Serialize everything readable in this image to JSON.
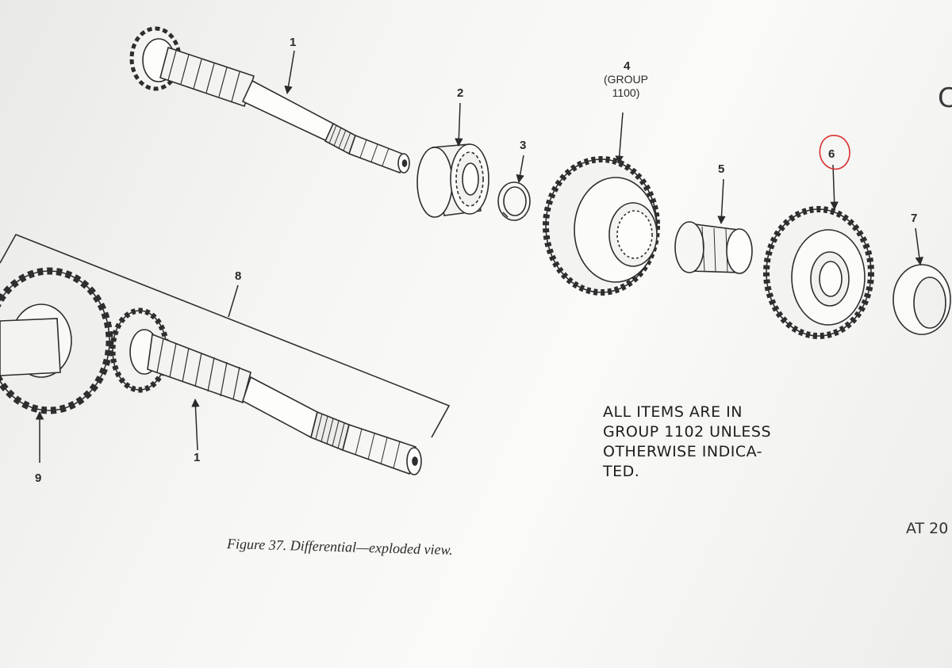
{
  "parts": [
    {
      "number": "1"
    },
    {
      "number": "2"
    },
    {
      "number": "3"
    },
    {
      "number": "4",
      "group_note": [
        "(GROUP",
        "1100)"
      ]
    },
    {
      "number": "5"
    },
    {
      "number": "6",
      "highlight_color": "#d9302f"
    },
    {
      "number": "7"
    },
    {
      "number": "8"
    },
    {
      "number": "1"
    },
    {
      "number": "9"
    }
  ],
  "note_lines": [
    "ALL ITEMS ARE IN",
    "GROUP 1102 UNLESS",
    "OTHERWISE INDICA-",
    "TED."
  ],
  "caption": "Figure 37.  Differential—exploded view.",
  "figure_code": "AT 20",
  "edge_glyph": "C",
  "colors": {
    "ink": "#2a2a2a",
    "paper": "#f4f4f2",
    "highlight": "#d9302f"
  }
}
